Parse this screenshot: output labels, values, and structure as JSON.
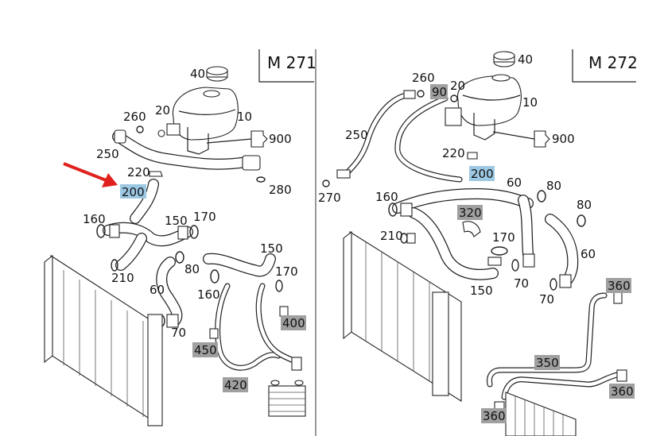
{
  "diagram": {
    "left_panel": {
      "title": "M 271",
      "labels": {
        "p40": "40",
        "p10": "10",
        "p20": "20",
        "p260": "260",
        "p250": "250",
        "p900": "900",
        "p220": "220",
        "p200": "200",
        "p280": "280",
        "p160": "160",
        "p150a": "150",
        "p170a": "170",
        "p210": "210",
        "p80": "80",
        "p60": "60",
        "p70": "70",
        "p160b": "160",
        "p150b": "150",
        "p170b": "170",
        "p400": "400",
        "p450": "450",
        "p420": "420"
      }
    },
    "right_panel": {
      "title": "M 272",
      "labels": {
        "p40": "40",
        "p260": "260",
        "p90": "90",
        "p20": "20",
        "p10": "10",
        "p250": "250",
        "p900": "900",
        "p220": "220",
        "p200": "200",
        "p270": "270",
        "p160": "160",
        "p60": "60",
        "p80a": "80",
        "p80b": "80",
        "p320": "320",
        "p210": "210",
        "p170": "170",
        "p150": "150",
        "p70a": "70",
        "p60b": "60",
        "p70b": "70",
        "p360a": "360",
        "p350": "350",
        "p360b": "360",
        "p360c": "360"
      }
    },
    "colors": {
      "highlight_grey": "#a0a0a0",
      "highlight_blue": "#9dc8e3",
      "arrow": "#e0201c"
    }
  }
}
